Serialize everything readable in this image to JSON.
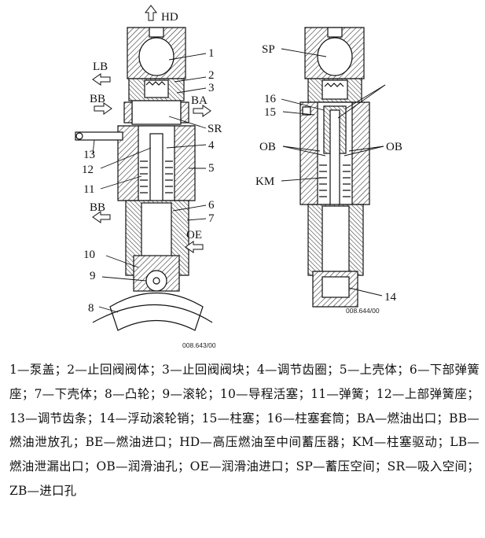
{
  "left_view": {
    "ref": "008.643/00",
    "labels": {
      "hd": "HD",
      "lb": "LB",
      "bb_top": "BB",
      "ba": "BA",
      "sr": "SR",
      "bb_bottom": "BB",
      "oe": "OE",
      "n1": "1",
      "n2": "2",
      "n3": "3",
      "n4": "4",
      "n5": "5",
      "n6": "6",
      "n7": "7",
      "n8": "8",
      "n9": "9",
      "n10": "10",
      "n11": "11",
      "n12": "12",
      "n13": "13"
    }
  },
  "right_view": {
    "ref": "008.644/00",
    "labels": {
      "sp": "SP",
      "n16": "16",
      "n15": "15",
      "ob_left": "OB",
      "ob_right": "OB",
      "km": "KM",
      "n14": "14"
    }
  },
  "caption": "1—泵盖；2—止回阀阀体；3—止回阀阀块；4—调节齿圈；5—上壳体；6—下部弹簧座；7—下壳体；8—凸轮；9—滚轮；10—导程活塞；11—弹簧；12—上部弹簧座；13—调节齿条；14—浮动滚轮销；15—柱塞；16—柱塞套筒；BA—燃油出口；BB—燃油泄放孔；BE—燃油进口；HD—高压燃油至中间蓄压器；KM—柱塞驱动；LB—燃油泄漏出口；OB—润滑油孔；OE—润滑油进口；SP—蓄压空间；SR—吸入空间；ZB—进口孔"
}
